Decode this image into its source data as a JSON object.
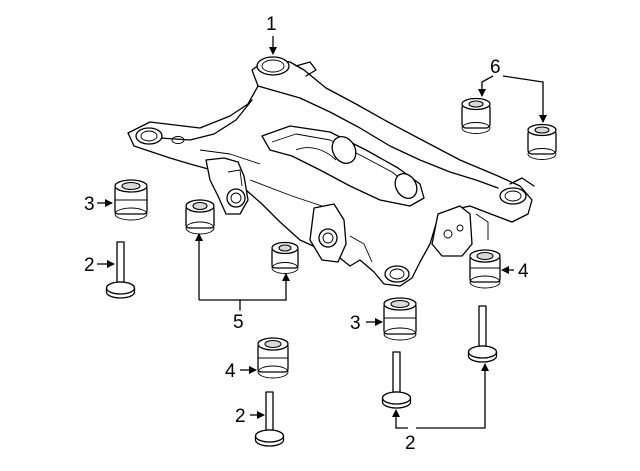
{
  "callouts": {
    "c1": "1",
    "c2a": "2",
    "c2b": "2",
    "c2c": "2",
    "c3a": "3",
    "c3b": "3",
    "c4a": "4",
    "c4b": "4",
    "c5": "5",
    "c6": "6"
  }
}
